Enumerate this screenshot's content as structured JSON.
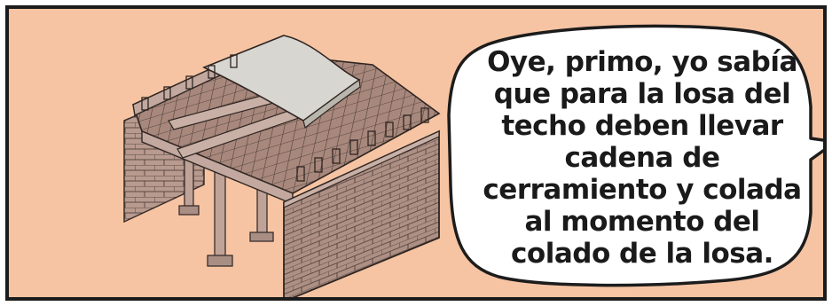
{
  "colors": {
    "panel_background": "#f6c4a3",
    "panel_border": "#1c1c1c",
    "bubble_fill": "#ffffff",
    "ink": "#1a1a1a",
    "brick": "#b89a8e",
    "concrete_slab": "#d8d6d0",
    "structure_shadow": "#8f766c"
  },
  "illustration": {
    "icon": "brick-house-under-construction-icon"
  },
  "speech_bubble": {
    "lines": [
      "Oye, primo, yo sabía",
      "que para la losa del",
      "techo deben llevar",
      "cadena de",
      "cerramiento y colada",
      "al momento del",
      "colado de la losa."
    ]
  }
}
